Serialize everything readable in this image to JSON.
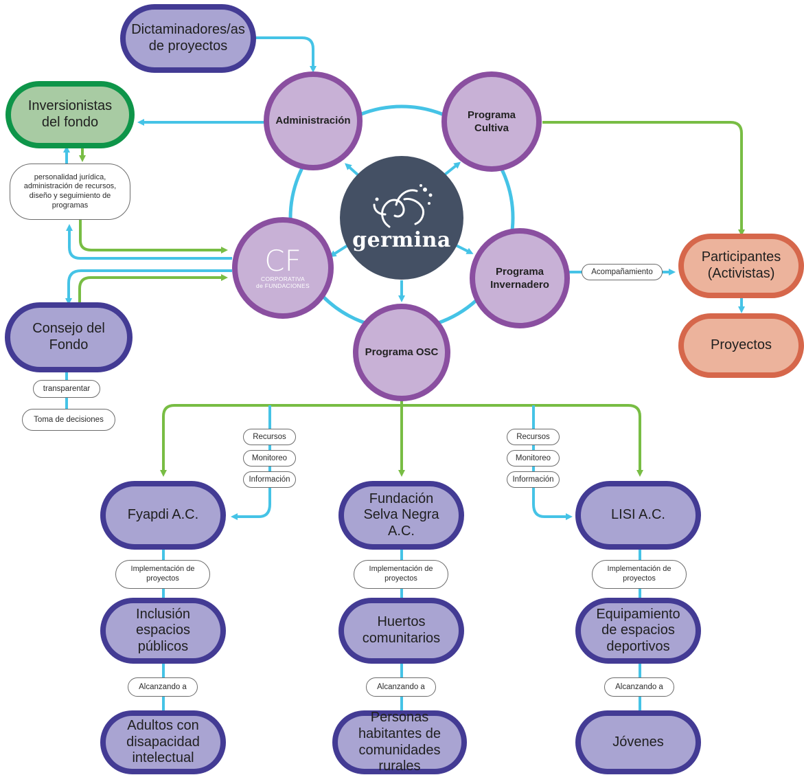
{
  "nodes": {
    "dictaminadores": "Dictaminadores/as de proyectos",
    "inversionistas": "Inversionistas del fondo",
    "consejo": "Consejo del Fondo",
    "administracion": "Administración",
    "cultiva": "Programa Cultiva",
    "invernadero": "Programa Invernadero",
    "osc": "Programa OSC",
    "participantes": "Participantes (Activistas)",
    "proyectos": "Proyectos",
    "fyapdi": "Fyapdi A.C.",
    "selva": "Fundación Selva Negra A.C.",
    "lisi": "LISI A.C.",
    "inclusion": "Inclusión espacios públicos",
    "huertos": "Huertos comunitarios",
    "equipamiento": "Equipamiento de espacios deportivos",
    "adultos": "Adultos con disapacidad intelectual",
    "habitantes": "Personas habitantes de comunidades rurales",
    "jovenes": "Jóvenes"
  },
  "center_logo": {
    "word": "germina"
  },
  "cf_logo": {
    "mark": "CF",
    "line1": "CORPORATIVA",
    "line2": "de FUNDACIONES"
  },
  "labels": {
    "personalidad": "personalidad jurídica, administración de recursos, diseño y seguimiento de programas",
    "transparentar": "transparentar",
    "toma": "Toma de decisiones",
    "acompanamiento": "Acompañamiento",
    "recursos": "Recursos",
    "monitoreo": "Monitoreo",
    "informacion": "Información",
    "implementacion": "Implementación de proyectos",
    "alcanzando": "Alcanzando a"
  },
  "colors": {
    "blue_arrow": "#45c3e6",
    "green_arrow": "#78bd44",
    "purple_border": "#8a4fa0",
    "indigo_border": "#433b94",
    "green_border": "#0e9549",
    "orange_border": "#d6674b",
    "germina_bg": "#445064"
  }
}
